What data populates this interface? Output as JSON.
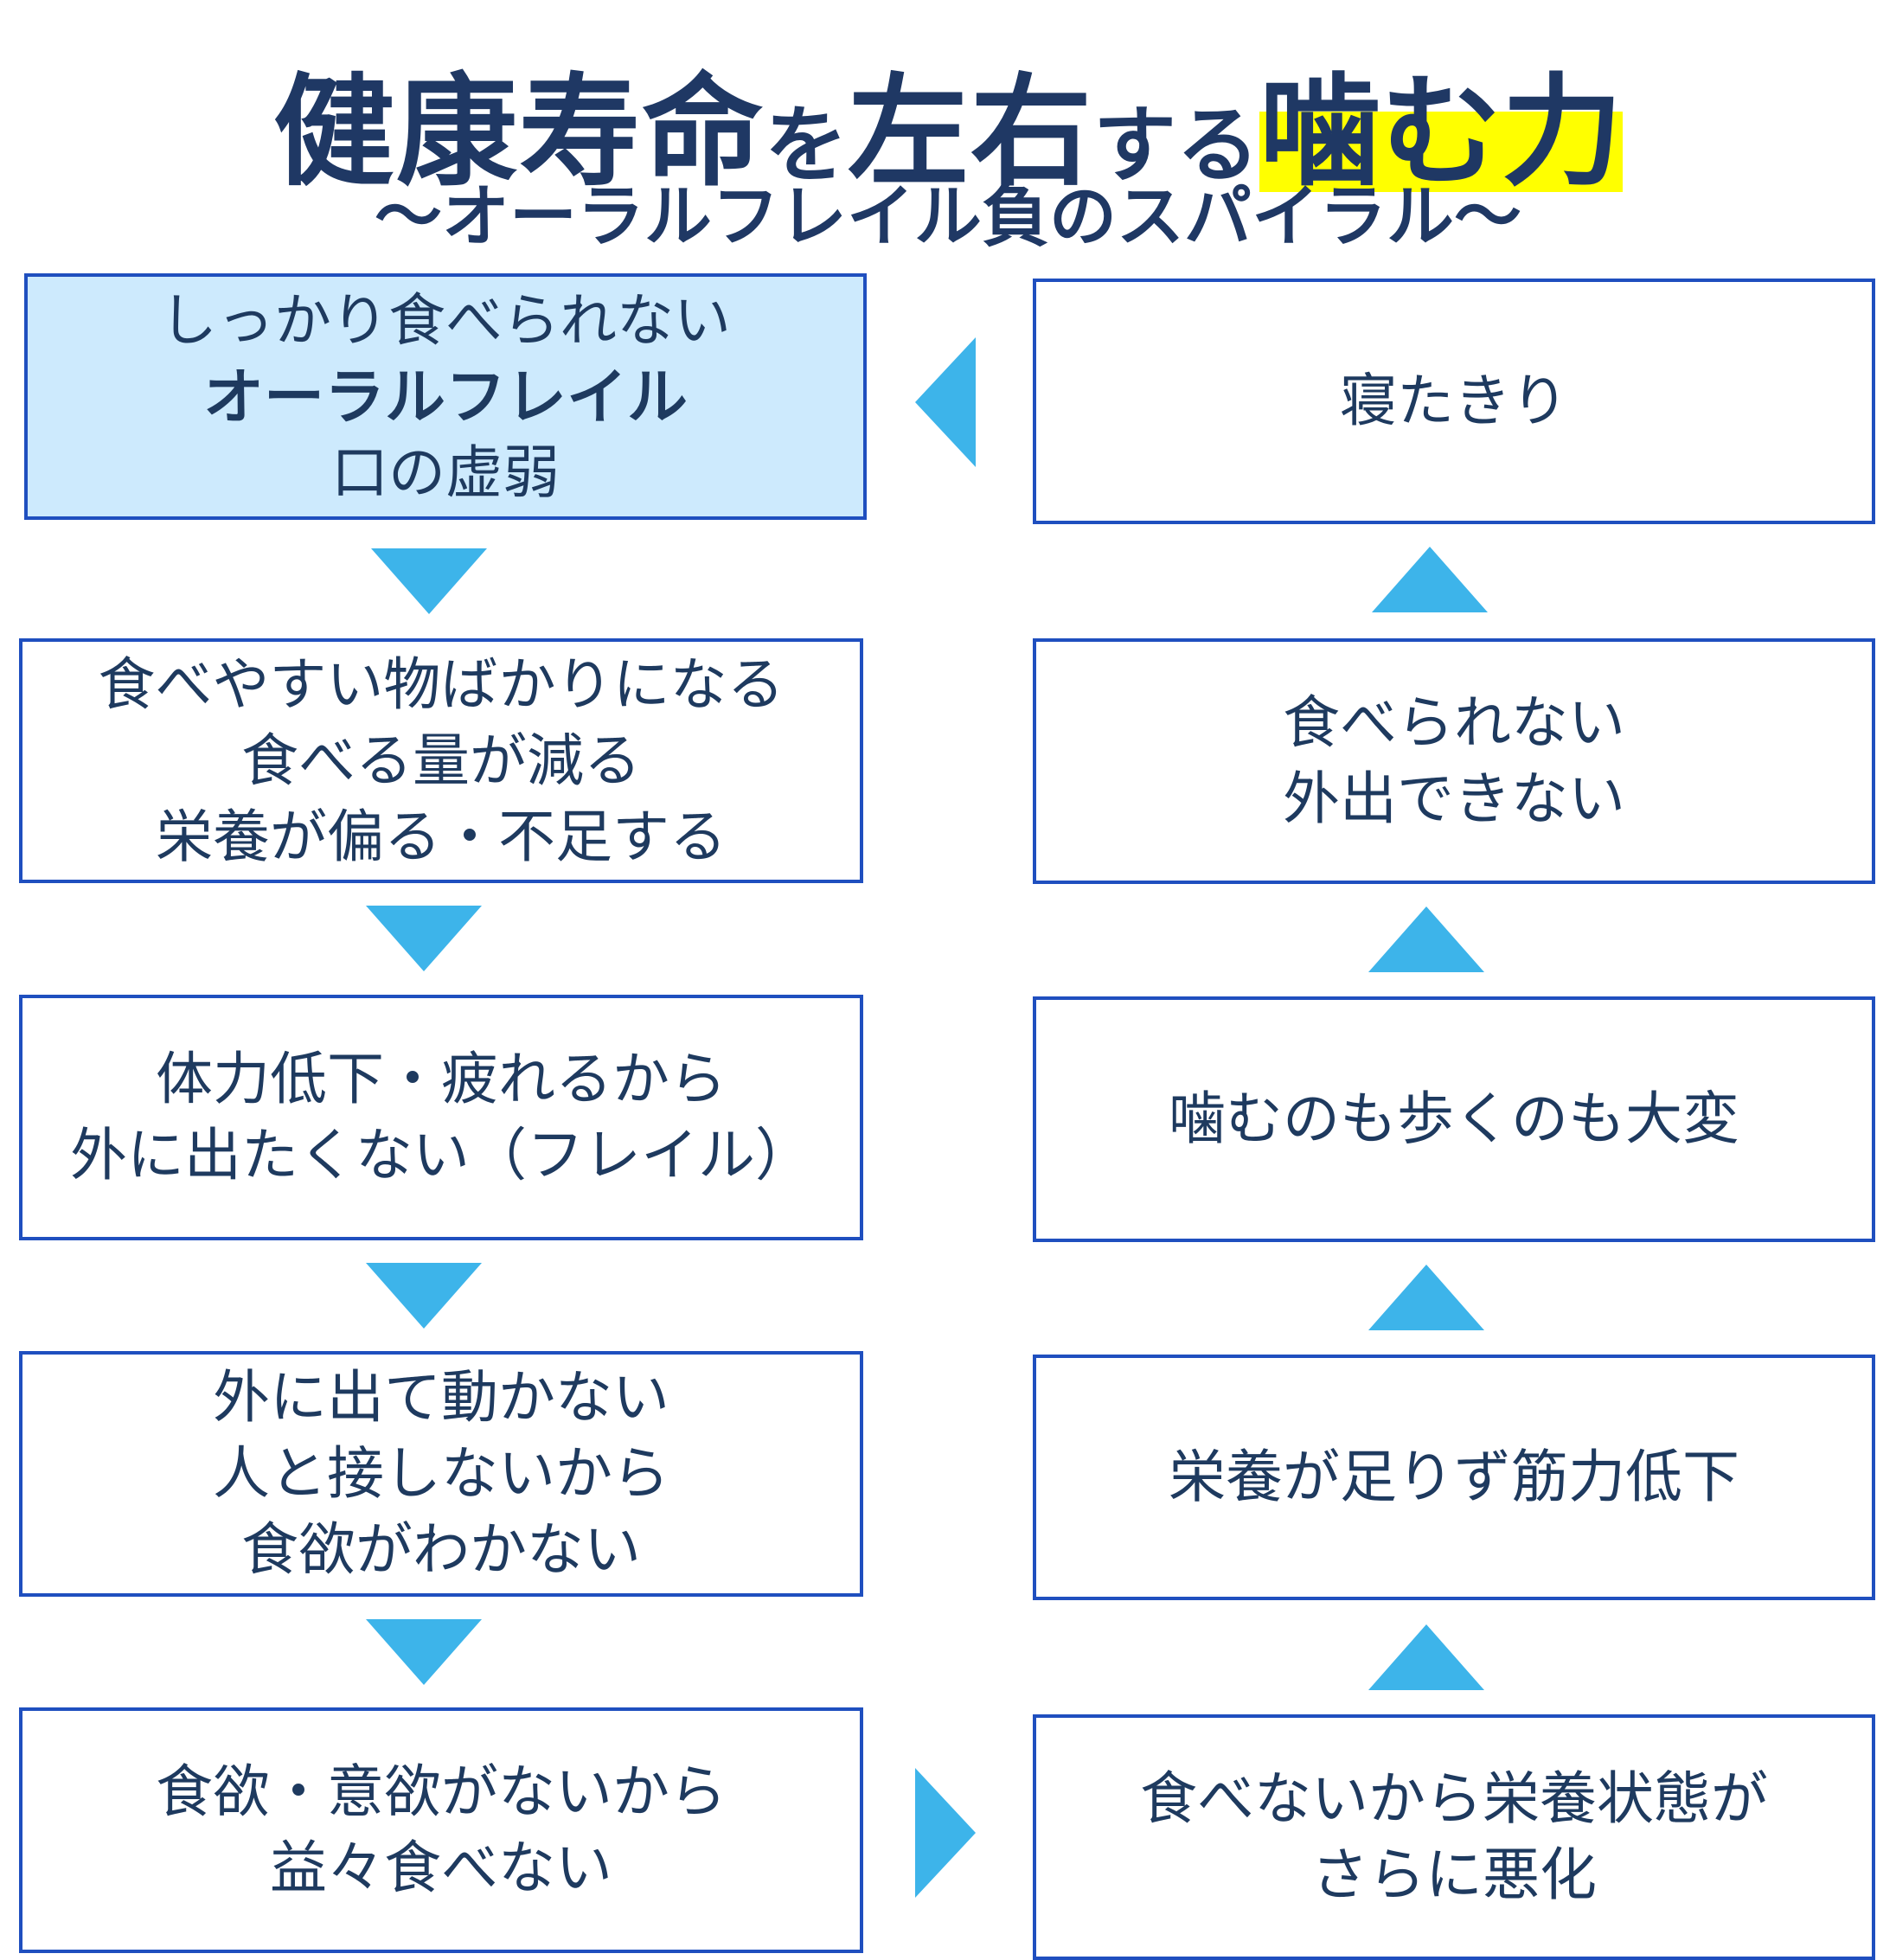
{
  "title": {
    "part1": "健康寿命",
    "part2": "を",
    "part3": "左右",
    "part4": "する",
    "highlight": "噛む力",
    "subtitle": "〜オーラルフレイル負のスパイラル〜"
  },
  "left_column": [
    {
      "lines": [
        "しっかり食べられない",
        "オーラルフレイル",
        "口の虚弱"
      ]
    },
    {
      "lines": [
        "食べやすい物ばかりになる",
        "食べる量が減る",
        "栄養が偏る・不足する"
      ]
    },
    {
      "lines": [
        "体力低下・疲れるから",
        "外に出たくない（フレイル）"
      ]
    },
    {
      "lines": [
        "外に出て動かない",
        "人と接しないから",
        "食欲がわかない"
      ]
    },
    {
      "lines": [
        "食欲・意欲がないから",
        "益々食べない"
      ]
    }
  ],
  "right_column": [
    {
      "lines": [
        "寝たきり"
      ]
    },
    {
      "lines": [
        "食べられない",
        "外出できない"
      ]
    },
    {
      "lines": [
        "噛むのも歩くのも大変"
      ]
    },
    {
      "lines": [
        "栄養が足りず筋力低下"
      ]
    },
    {
      "lines": [
        "食べないから栄養状態が",
        "さらに悪化"
      ]
    }
  ],
  "colors": {
    "title": "#1f3864",
    "highlight": "#ffff00",
    "box_border": "#1f4fbf",
    "start_box_fill": "#cdeafd",
    "arrow": "#3db4ea"
  }
}
